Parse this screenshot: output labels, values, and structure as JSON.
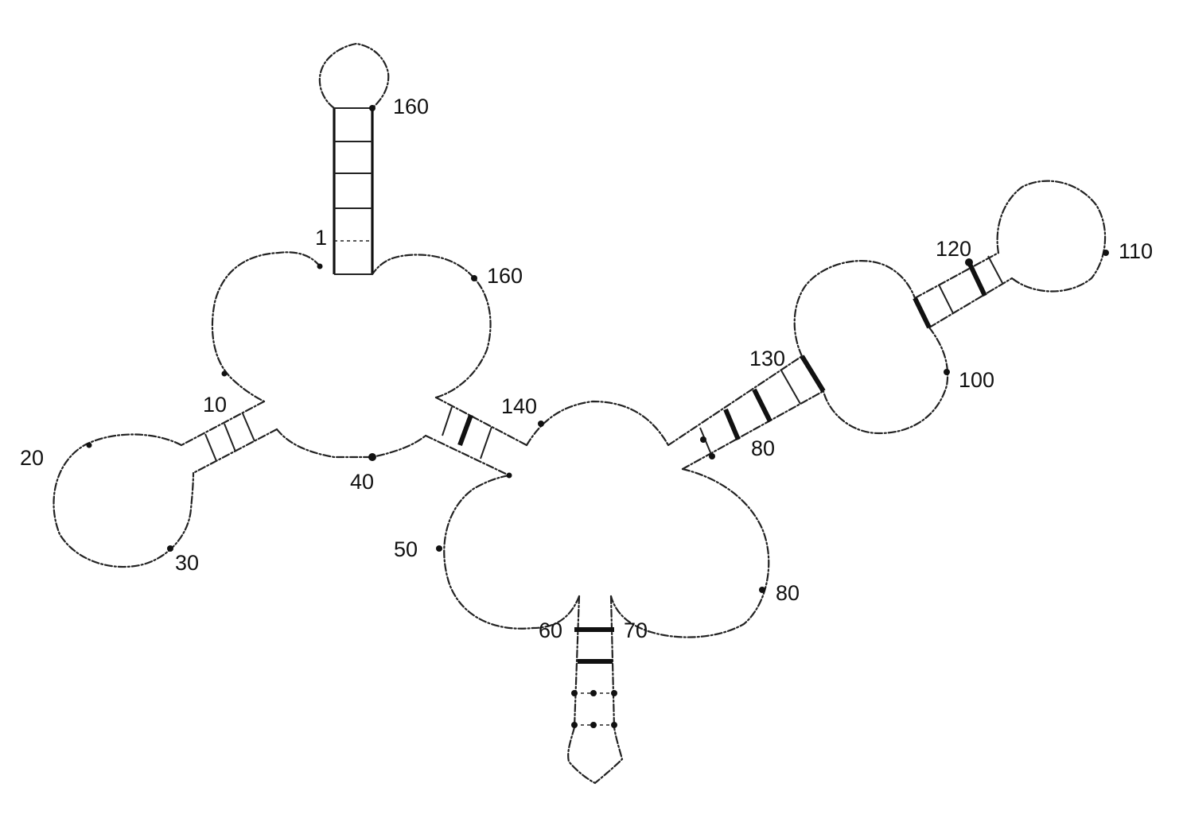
{
  "diagram": {
    "type": "rna-secondary-structure",
    "labels": {
      "n1": "1",
      "n160_top": "160",
      "n160": "160",
      "n10": "10",
      "n20": "20",
      "n30": "30",
      "n40": "40",
      "n140": "140",
      "n50": "50",
      "n60": "60",
      "n70": "70",
      "n80_lower": "80",
      "n80_upper": "80",
      "n130": "130",
      "n100": "100",
      "n120": "120",
      "n110": "110"
    }
  }
}
